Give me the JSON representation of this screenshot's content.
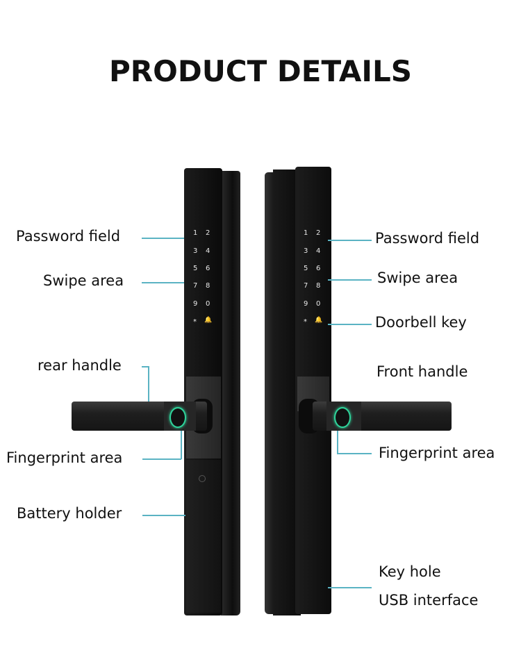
{
  "title": "PRODUCT DETAILS",
  "left_labels": {
    "password": "Password field",
    "swipe": "Swipe area",
    "rear_handle": "rear handle",
    "fingerprint": "Fingerprint area",
    "battery": "Battery holder"
  },
  "right_labels": {
    "password": "Password field",
    "swipe": "Swipe area",
    "doorbell": "Doorbell key",
    "front_handle": "Front handle",
    "fingerprint": "Fingerprint area",
    "keyhole": "Key hole",
    "usb": "USB interface"
  },
  "keypad": [
    "1",
    "2",
    "3",
    "4",
    "5",
    "6",
    "7",
    "8",
    "9",
    "0",
    "*",
    "🔔"
  ],
  "colors": {
    "leader": "#5ab3c3",
    "lock": "#141414",
    "fingerprint_ring": "#2fd39a"
  }
}
